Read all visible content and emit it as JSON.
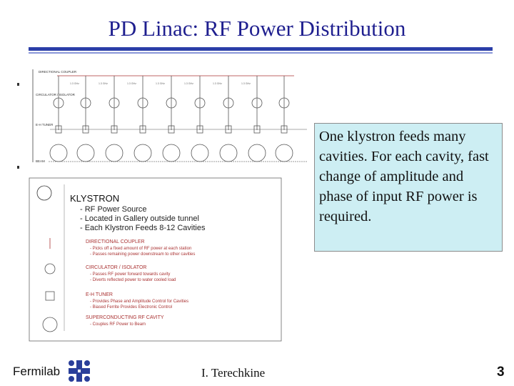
{
  "slide": {
    "title": "PD Linac: RF Power Distribution",
    "callout_text": "One klystron feeds many cavities. For each cavity, fast change of amplitude and phase of input RF power is required.",
    "footer_logo_text": "Fermilab",
    "presenter": "I. Terechkine",
    "page_number": "3"
  },
  "colors": {
    "title": "#1f1f8f",
    "rule": "#2b3ea8",
    "callout_bg": "#cdeef3",
    "logo": "#2a3f9a"
  },
  "diagram_top": {
    "label_coupler": "DIRECTIONAL COUPLER",
    "label_circulator": "CIRCULATOR / ISOLATOR",
    "label_tuner": "E-H TUNER",
    "label_beam": "BEAM"
  },
  "diagram_legend": {
    "klystron_title": "KLYSTRON",
    "klystron_lines": [
      "- RF Power Source",
      "- Located in Gallery outside tunnel",
      "- Each Klystron Feeds 8-12 Cavities"
    ],
    "items": [
      {
        "title": "DIRECTIONAL COUPLER",
        "lines": [
          "- Picks off a fixed amount of RF power at each station",
          "- Passes remaining power downstream to other cavities"
        ]
      },
      {
        "title": "CIRCULATOR / ISOLATOR",
        "lines": [
          "- Passes RF power forward towards cavity",
          "- Diverts reflected power to water cooled load"
        ]
      },
      {
        "title": "E-H TUNER",
        "lines": [
          "- Provides Phase and Amplitude Control for Cavities",
          "- Biased Ferrite Provides Electronic Control"
        ]
      },
      {
        "title": "SUPERCONDUCTING RF CAVITY",
        "lines": [
          "- Couples RF Power to Beam"
        ]
      }
    ]
  }
}
